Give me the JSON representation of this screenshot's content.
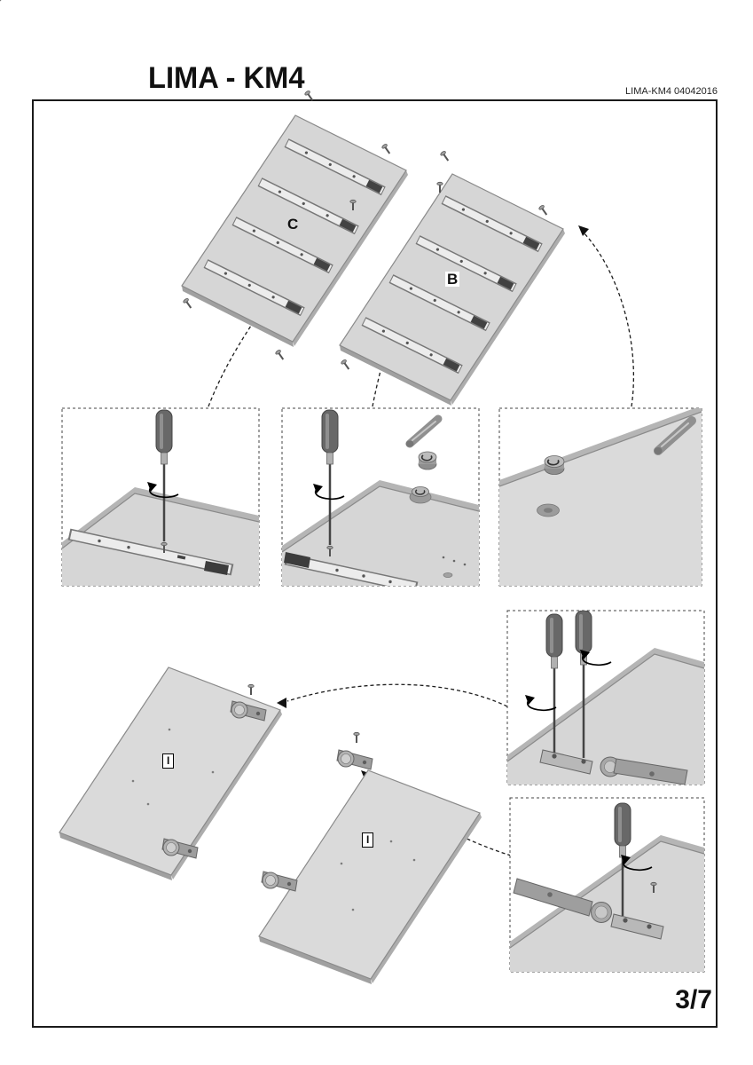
{
  "document": {
    "title": "LIMA - KM4",
    "code": "LIMA-KM4 04042016",
    "page_indicator": "3/7"
  },
  "labels": {
    "panel_c": "C",
    "panel_b": "B",
    "door_left": "I",
    "door_right": "I"
  },
  "icons": [
    "screwdriver-icon",
    "rotate-arrow-icon",
    "screw-icon",
    "dowel-icon",
    "cam-lock-icon",
    "hinge-icon",
    "guide-arrow-icon",
    "drawer-slide-icon"
  ],
  "colors": {
    "panel_fill": "#d6d6d6",
    "panel_edge": "#8a8a8a",
    "metal": "#9a9a9a",
    "outline": "#1a1a1a"
  }
}
